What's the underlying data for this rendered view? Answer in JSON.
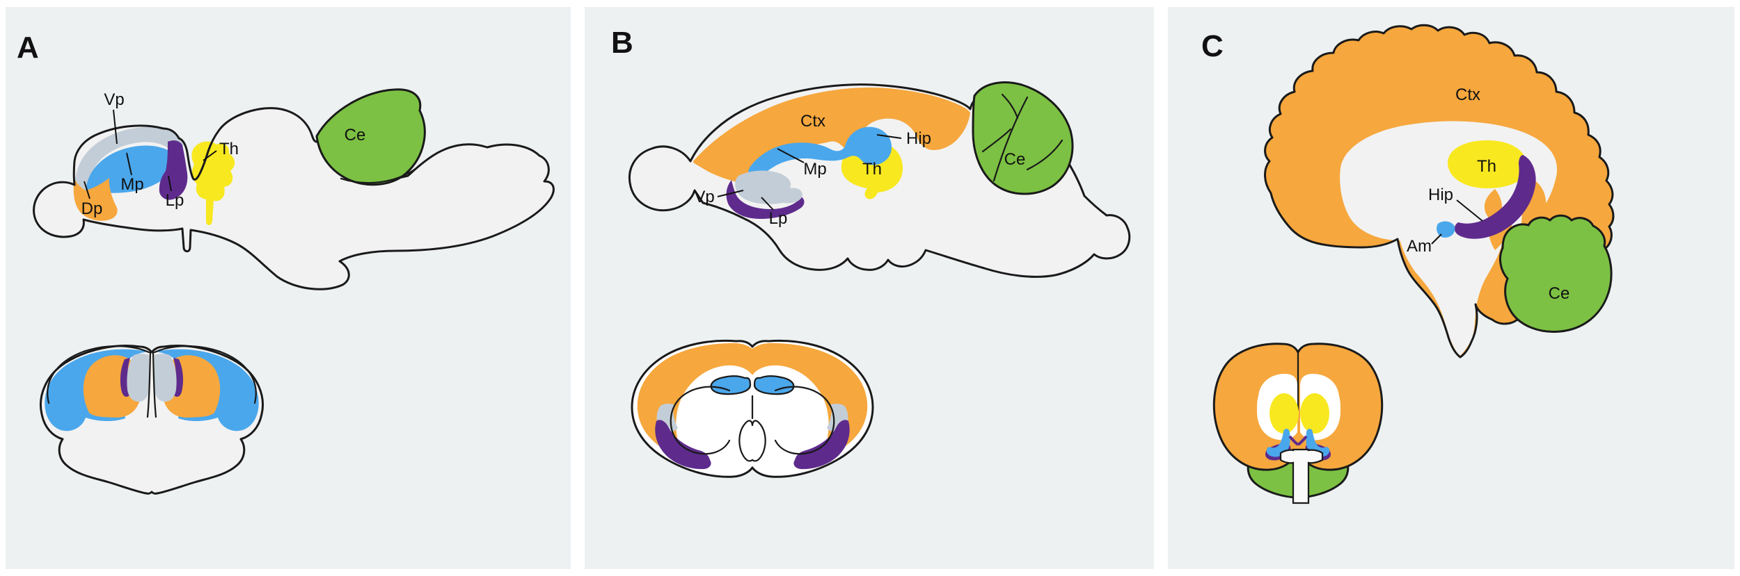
{
  "figure": {
    "description_labels": {
      "panel_count": "3"
    },
    "panels": [
      {
        "letter": "A",
        "labels": {
          "vp": "Vp",
          "mp": "Mp",
          "dp": "Dp",
          "lp": "Lp",
          "th": "Th",
          "ce": "Ce"
        }
      },
      {
        "letter": "B",
        "labels": {
          "ctx": "Ctx",
          "hip": "Hip",
          "mp": "Mp",
          "th": "Th",
          "vp": "Vp",
          "lp": "Lp",
          "ce": "Ce"
        }
      },
      {
        "letter": "C",
        "labels": {
          "ctx": "Ctx",
          "th": "Th",
          "hip": "Hip",
          "am": "Am",
          "ce": "Ce"
        }
      }
    ],
    "colors": {
      "orange_pallium_cortex": "#F6A73D",
      "blue_medial_pallium_hippocampus": "#4AA7EC",
      "gray_ventral_pallium": "#C3CDD7",
      "purple_lateral_pallium": "#5E2B8D",
      "yellow_thalamus": "#F8E81F",
      "green_cerebellum": "#7CC143",
      "brain_fill": "#F2F2F2",
      "outline": "#1A1A1A",
      "panel_background": "#EDF1F2",
      "page_background": "#FFFFFF"
    }
  }
}
